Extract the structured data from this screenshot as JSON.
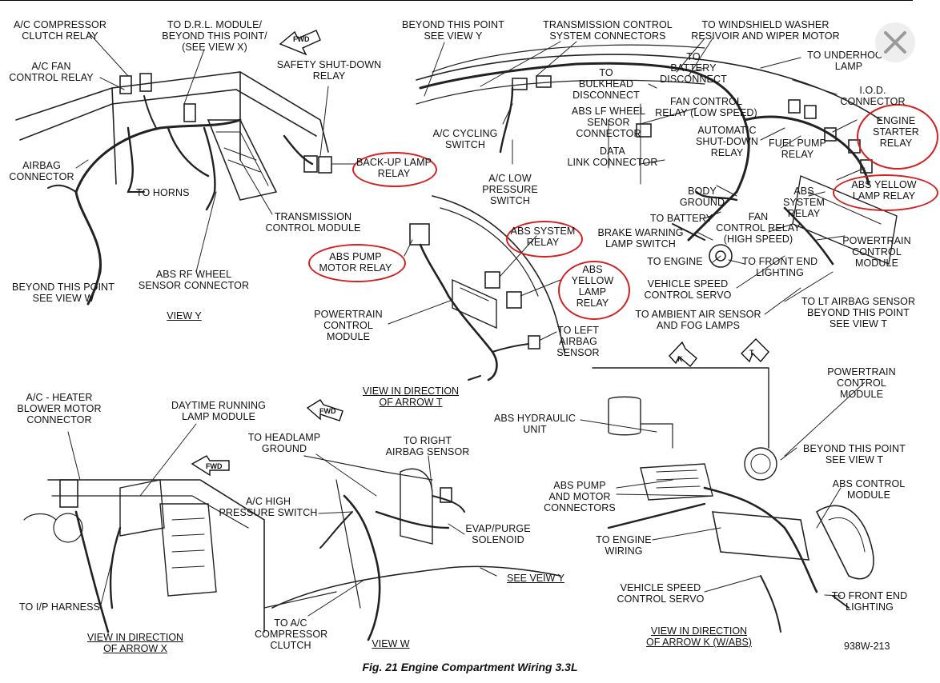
{
  "caption": "Fig. 21 Engine Compartment Wiring 3.3L",
  "figure_code": "938W-213",
  "icons": {
    "close": "close-x-icon",
    "arrow": "fwd-arrow-icon"
  },
  "colors": {
    "annotation": "#d32020",
    "close_bg": "#eeeeee"
  },
  "views": {
    "view_y": "VIEW Y",
    "arrow_t": "VIEW IN DIRECTION\nOF ARROW T",
    "arrow_x": "VIEW IN DIRECTION\nOF ARROW X",
    "view_w": "VIEW W",
    "arrow_k": "VIEW IN DIRECTION\nOF ARROW K (W/ABS)",
    "see_view_y": "SEE VEIW Y"
  },
  "arrows": {
    "fwd": "FWD",
    "t": "T",
    "k": "K"
  },
  "labels": {
    "ac_comp_clutch_relay": "A/C COMPRESSOR\nCLUTCH RELAY",
    "to_drl_module": "TO D.R.L. MODULE/\nBEYOND THIS POINT/\n(SEE VIEW X)",
    "ac_fan_relay": "A/C FAN\nCONTROL RELAY",
    "safety_shutdown": "SAFETY SHUT-DOWN\nRELAY",
    "airbag_connector": "AIRBAG\nCONNECTOR",
    "backup_lamp_relay": "BACK-UP LAMP\nRELAY",
    "to_horns": "TO HORNS",
    "trans_control_module": "TRANSMISSION\nCONTROL MODULE",
    "abs_rf_wheel": "ABS RF WHEEL\nSENSOR CONNECTOR",
    "beyond_view_w": "BEYOND THIS POINT\nSEE VIEW W",
    "beyond_view_y": "BEYOND THIS POINT\nSEE VIEW Y",
    "trans_sys_connectors": "TRANSMISSION CONTROL\nSYSTEM CONNECTORS",
    "to_windshield": "TO WINDSHIELD WASHER\nRESIVOIR AND WIPER MOTOR",
    "to_battery_disconnect": "TO\nBATTERY\nDISCONNECT",
    "to_underhood_lamp": "TO UNDERHOOD\nLAMP",
    "to_bulkhead": "TO\nBULKHEAD\nDISCONNECT",
    "iod_connector": "I.O.D.\nCONNECTOR",
    "abs_lf_wheel": "ABS LF WHEEL\nSENSOR\nCONNECTOR",
    "fan_control_low": "FAN CONTROL\nRELAY (LOW SPEED)",
    "engine_starter_relay": "ENGINE\nSTARTER\nRELAY",
    "ac_cycling_switch": "A/C CYCLING\nSWITCH",
    "auto_shutdown_relay": "AUTOMATIC\nSHUT-DOWN\nRELAY",
    "fuel_pump_relay": "FUEL PUMP\nRELAY",
    "data_link": "DATA\nLINK CONNECTOR",
    "abs_yellow_lamp_relay_t": "ABS YELLOW\nLAMP RELAY",
    "ac_low_pressure": "A/C LOW\nPRESSURE\nSWITCH",
    "body_ground": "BODY\nGROUND",
    "abs_system_relay_t": "ABS\nSYSTEM\nRELAY",
    "to_battery": "TO BATTERY",
    "brake_warning": "BRAKE WARNING\nLAMP SWITCH",
    "fan_control_high": "FAN\nCONTROL RELAY\n(HIGH SPEED)",
    "powertrain_cm_t": "POWERTRAIN\nCONTROL\nMODULE",
    "to_engine": "TO ENGINE",
    "to_front_end_t": "TO FRONT END\nLIGHTING",
    "vss_t": "VEHICLE SPEED\nCONTROL SERVO",
    "to_lt_airbag": "TO LT AIRBAG SENSOR\nBEYOND THIS POINT\nSEE VIEW T",
    "to_ambient": "TO AMBIENT AIR SENSOR\nAND FOG LAMPS",
    "abs_system_relay_c": "ABS SYSTEM\nRELAY",
    "abs_pump_motor_relay": "ABS PUMP\nMOTOR RELAY",
    "abs_yellow_lamp_relay_c": "ABS\nYELLOW\nLAMP\nRELAY",
    "pcm_center": "POWERTRAIN\nCONTROL\nMODULE",
    "to_left_airbag": "TO LEFT\nAIRBAG\nSENSOR",
    "ac_heater_blower": "A/C - HEATER\nBLOWER MOTOR\nCONNECTOR",
    "drl_module": "DAYTIME RUNNING\nLAMP MODULE",
    "to_ip_harness": "TO I/P HARNESS",
    "to_headlamp_ground": "TO HEADLAMP\nGROUND",
    "to_right_airbag": "TO RIGHT\nAIRBAG SENSOR",
    "ac_high_pressure": "A/C HIGH\nPRESSURE SWITCH",
    "evap_purge": "EVAP/PURGE\nSOLENOID",
    "to_ac_comp_clutch": "TO A/C\nCOMPRESSOR\nCLUTCH",
    "abs_hydraulic": "ABS HYDRAULIC\nUNIT",
    "powertrain_cm_k": "POWERTRAIN\nCONTROL\nMODULE",
    "beyond_view_t": "BEYOND THIS POINT\nSEE VIEW T",
    "abs_pump_motor_conn": "ABS PUMP\nAND MOTOR\nCONNECTORS",
    "abs_control_module": "ABS CONTROL\nMODULE",
    "to_engine_wiring": "TO ENGINE\nWIRING",
    "vss_k": "VEHICLE SPEED\nCONTROL SERVO",
    "to_front_end_k": "TO FRONT END\nLIGHTING"
  }
}
